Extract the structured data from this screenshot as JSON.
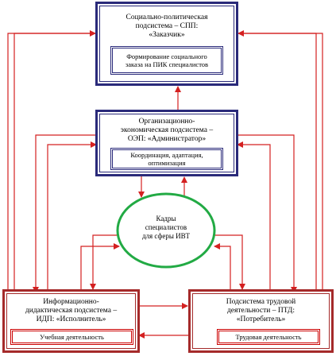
{
  "nodes": {
    "spp": {
      "title_lines": [
        "Социально-политическая",
        "подсистема – СПП:",
        "«Заказчик»"
      ],
      "sub_lines": [
        "Формирование социального",
        "заказа на ПИК специалистов"
      ]
    },
    "oep": {
      "title_lines": [
        "Организационно-",
        "экономическая подсистема –",
        "ОЭП: «Администратор»"
      ],
      "sub_lines": [
        "Координация, адаптация,",
        "оптимизация"
      ]
    },
    "kadry": {
      "label_lines": [
        "Кадры",
        "специалистов",
        "для сферы ИВТ"
      ]
    },
    "idp": {
      "title_lines": [
        "Информационно-",
        "дидактическая подсистема –",
        "ИДП: «Исполнитель»"
      ],
      "sub_lines": [
        "Учебная деятельность"
      ]
    },
    "ptd": {
      "title_lines": [
        "Подсистема трудовой",
        "деятельности – ПТД:",
        "«Потребитель»"
      ],
      "sub_lines": [
        "Трудовая деятельность"
      ]
    }
  },
  "colors": {
    "navy": "#2a2a7a",
    "red_border": "#a52a2a",
    "arrow": "#d42020",
    "ellipse": "#22aa44"
  }
}
